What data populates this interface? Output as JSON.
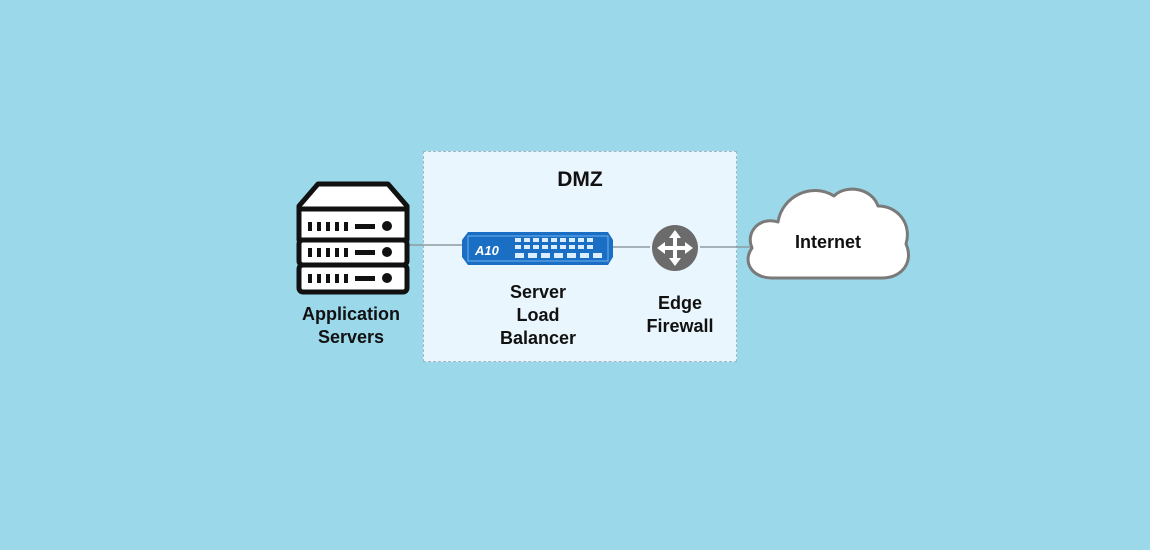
{
  "diagram": {
    "dmz_title": "DMZ",
    "nodes": {
      "servers": {
        "lines": [
          "Application",
          "Servers"
        ],
        "icon": "server-stack-icon"
      },
      "load_balancer": {
        "lines": [
          "Server",
          "Load",
          "Balancer"
        ],
        "icon": "load-balancer-appliance-icon",
        "brand": "A10"
      },
      "firewall": {
        "lines": [
          "Edge",
          "Firewall"
        ],
        "icon": "router-firewall-icon"
      },
      "internet": {
        "label": "Internet",
        "icon": "cloud-icon"
      }
    },
    "colors": {
      "background": "#9ad8ea",
      "dmz_fill": "#eaf6fd",
      "appliance_blue": "#1a6fc4",
      "firewall_gray": "#6b6b6b",
      "link_gray": "#8c9aa0"
    }
  }
}
